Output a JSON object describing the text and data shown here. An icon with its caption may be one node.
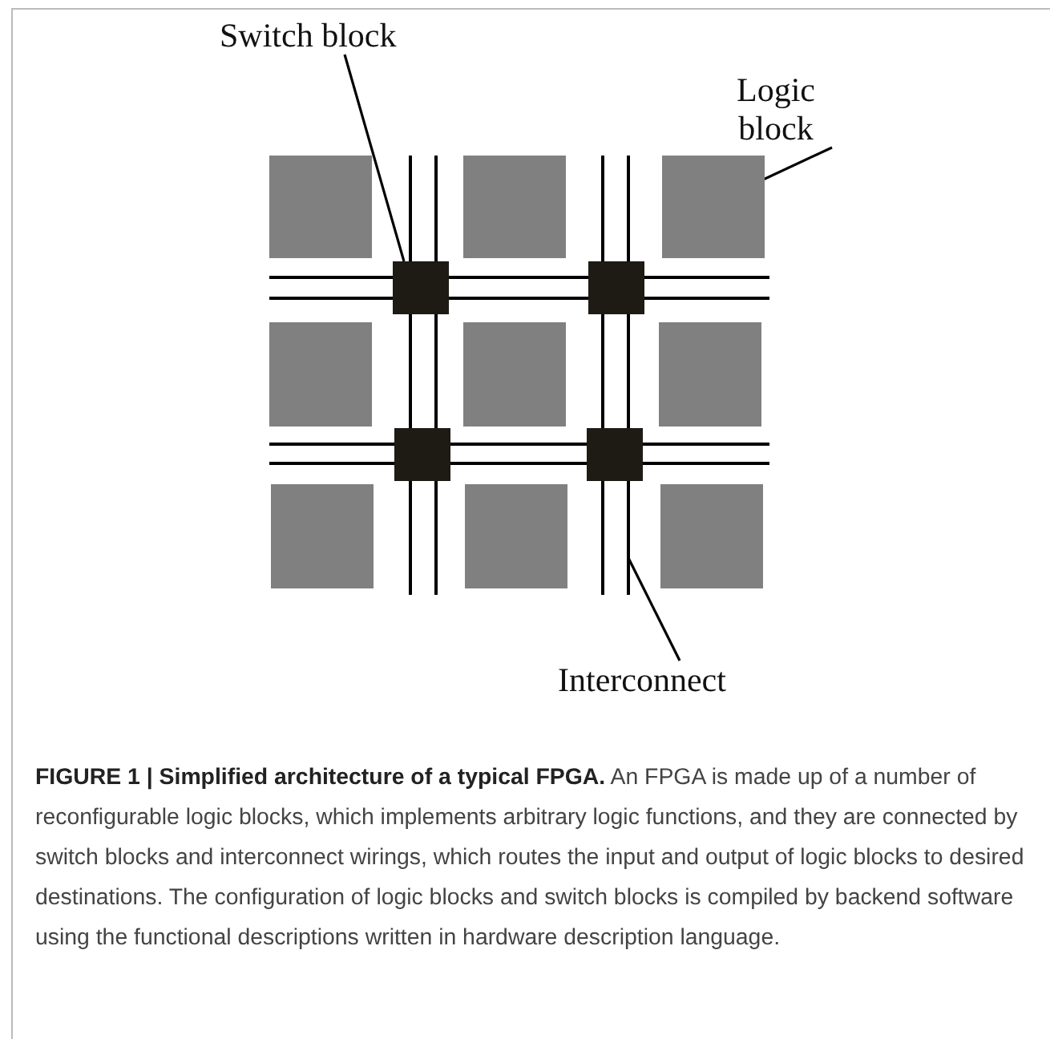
{
  "diagram": {
    "caption": "**FIGURE 1 | Simplified architecture of a typical FPGA.** An FPGA is made up of a number of reconfigurable logic blocks, which implements arbitrary logic functions, and they are connected by switch blocks and interconnect wirings, which routes the input and output of logic blocks to desired destinations. The configuration of logic blocks and switch blocks is compiled by backend software using the functional descriptions written in hardware description language.",
    "nodes": [
      {
        "text": [
          "Switch block"
        ]
      },
      {
        "text": [
          "Logic block"
        ]
      },
      {
        "text": [],
        "shape": "box"
      },
      {
        "text": [],
        "shape": "box"
      },
      {
        "text": [],
        "shape": "box"
      },
      {
        "text": [],
        "shape": "box"
      },
      {
        "text": [],
        "shape": "box"
      },
      {
        "text": [],
        "shape": "box"
      },
      {
        "text": [],
        "shape": "box"
      },
      {
        "text": [],
        "shape": "box"
      },
      {
        "text": [],
        "shape": "box"
      },
      {
        "text": [],
        "shape": "box"
      },
      {
        "text": [],
        "shape": "box"
      },
      {
        "text": [],
        "shape": "box"
      },
      {
        "text": [],
        "shape": "box"
      },
      {
        "text": [
          "Interconnect"
        ]
      }
    ],
    "edges": [
      {
        "from": 0,
        "to": 5,
        "arrow": "none"
      },
      {
        "from": 1,
        "to": 4,
        "arrow": "none"
      },
      {
        "from": 15,
        "to": null,
        "arrow": "none"
      }
    ]
  }
}
